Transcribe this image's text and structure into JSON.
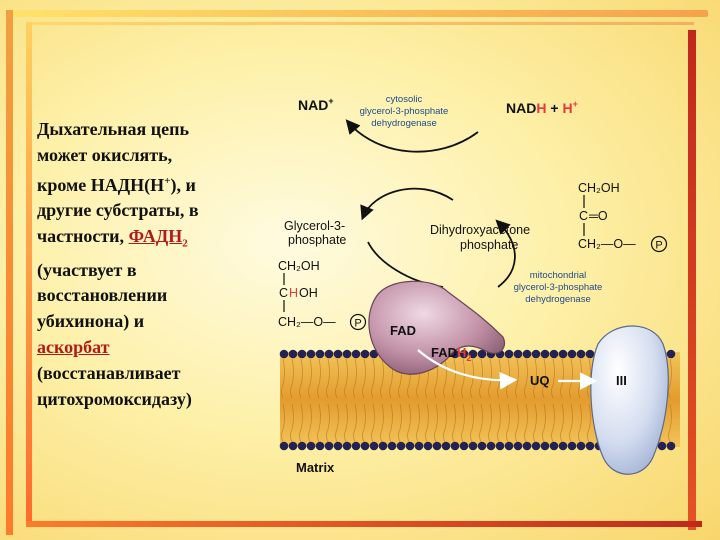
{
  "text": {
    "line1": "Дыхательная цепь",
    "line2": "может окислять,",
    "line3_a": "кроме НАДН(Н",
    "line3_sup": "+",
    "line3_b": "), и",
    "line4": "другие субстраты, в",
    "line5_a": "частности, ",
    "line5_hl": "ФАДН",
    "line5_sub": "2",
    "line6": "(участвует в",
    "line7": "восстановлении",
    "line8": "убихинона) и",
    "line9_hl": "аскорбат",
    "line10": "(восстанавливает",
    "line11": "цитохромоксидазу)"
  },
  "diagram": {
    "nad": "NAD",
    "nad_sup": "+",
    "nadh_nad": "NAD",
    "nadh_h": "H",
    "plus": " + ",
    "h": "H",
    "h_sup": "+",
    "cytosolic_1": "cytosolic",
    "cytosolic_2": "glycerol-3-phosphate",
    "cytosolic_3": "dehydrogenase",
    "g3p_1": "Glycerol-3-",
    "g3p_2": "phosphate",
    "dhap_1": "Dihydroxyacetone",
    "dhap_2": "phosphate",
    "dhap_ch2oh": "CH₂OH",
    "dhap_c": "C",
    "dhap_eq": "═O",
    "dhap_ch2": "CH₂—O—",
    "g3p_ch2oh": "CH₂OH",
    "g3p_c": "C",
    "g3p_h": "H",
    "g3p_oh": "OH",
    "g3p_ch2": "CH₂—O—",
    "p": "P",
    "mito_1": "mitochondrial",
    "mito_2": "glycerol-3-phosphate",
    "mito_3": "dehydrogenase",
    "fad": "FAD",
    "fadh_fad": "FAD",
    "fadh_h": "H",
    "fadh_sub": "2",
    "uq": "UQ",
    "complex3": "III",
    "matrix": "Matrix"
  },
  "colors": {
    "highlight": "#b21a1a",
    "accent_h": "#e23a3a",
    "enzyme_text": "#1f4a8a",
    "membrane_head": "#232353",
    "membrane_tail": "#e2a63a",
    "enzyme_fill": "#b8879c",
    "complex_fill": "#cfd9ee"
  }
}
